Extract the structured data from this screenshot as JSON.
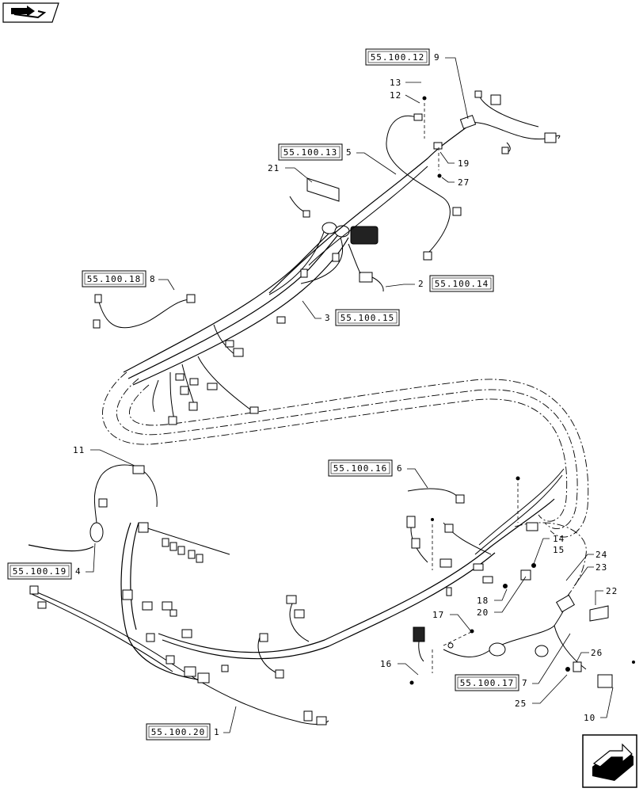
{
  "diagram": {
    "references": [
      {
        "id": "ref-55-100-12",
        "text": "55.100.12",
        "callout": "9"
      },
      {
        "id": "ref-55-100-13",
        "text": "55.100.13",
        "callout": "5"
      },
      {
        "id": "ref-55-100-18",
        "text": "55.100.18",
        "callout": "8"
      },
      {
        "id": "ref-55-100-14",
        "text": "55.100.14",
        "callout": "2"
      },
      {
        "id": "ref-55-100-15",
        "text": "55.100.15",
        "callout": "3"
      },
      {
        "id": "ref-55-100-16",
        "text": "55.100.16",
        "callout": "6"
      },
      {
        "id": "ref-55-100-19",
        "text": "55.100.19",
        "callout": "4"
      },
      {
        "id": "ref-55-100-17",
        "text": "55.100.17",
        "callout": "7"
      },
      {
        "id": "ref-55-100-20",
        "text": "55.100.20",
        "callout": "1"
      }
    ],
    "callouts": {
      "c13": "13",
      "c12": "12",
      "c19": "19",
      "c27": "27",
      "c21": "21",
      "c11": "11",
      "c14": "14",
      "c15": "15",
      "c24": "24",
      "c23": "23",
      "c22": "22",
      "c18": "18",
      "c20": "20",
      "c17": "17",
      "c16": "16",
      "c26": "26",
      "c25": "25",
      "c10": "10"
    },
    "icons": {
      "top_left": "view-direction-icon",
      "bottom_right": "next-page-arrow-icon"
    }
  }
}
